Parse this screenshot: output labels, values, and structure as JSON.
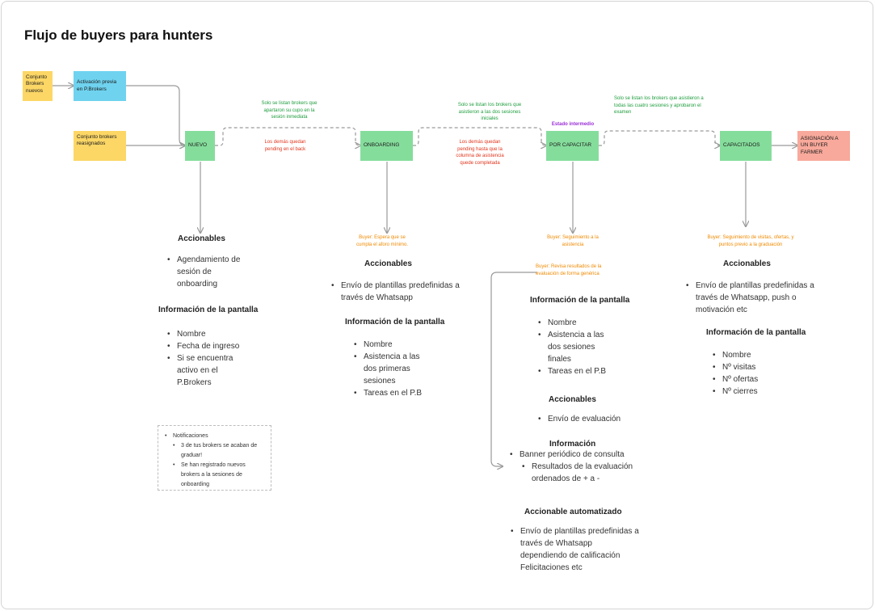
{
  "title": "Flujo de buyers para hunters",
  "nodes": {
    "conjunto_nuevos": "Conjunto Brokers nuevos",
    "activacion_previa": "Activación previa en P.Brokers",
    "conjunto_reasignados": "Conjunto brokers reasignados",
    "nuevo": "NUEVO",
    "onboarding": "ONBOARDING",
    "por_capacitar": "POR CAPACITAR",
    "capacitados": "CAPACITADOS",
    "asignacion": "ASIGNACIÓN A UN BUYER FARMER"
  },
  "notes": {
    "g1": "Solo se listan brokers que apartaron su cupo en la sesión inmediata",
    "r1": "Los demás quedan pending en el back",
    "g2": "Solo se listan los brokers que asistieron a las dos sesiones iniciales",
    "r2": "Los demás quedan pending hasta que la columna de asistencia quede completada",
    "p1": "Estado intermedio",
    "g3": "Solo se listan los brokers que asistieron a todas las cuatro sesiones y aprobaron el examen",
    "o1": "Buyer: Espera que se cumpla el aforo mínimo.",
    "o2": "Buyer: Seguimiento a la asistencia",
    "o3": "Buyer: Revisa resultados de la evaluación de forma genérica",
    "o4": "Buyer: Seguimiento de visitas, ofertas, y puntos previo a la graduación"
  },
  "nuevo_col": {
    "accionables_h": "Accionables",
    "accionables": [
      "Agendamiento de sesión de onboarding"
    ],
    "info_h": "Información de la pantalla",
    "info": [
      "Nombre",
      "Fecha de ingreso",
      "Si se encuentra activo en el P.Brokers"
    ],
    "notif": {
      "title": "Notificaciones",
      "items": [
        "3 de tus brokers se acaban de graduar!",
        "Se han registrado nuevos brokers a la sesiones de onboarding"
      ]
    }
  },
  "onboarding_col": {
    "accionables_h": "Accionables",
    "accionables": [
      "Envío de plantillas predefinidas a través de Whatsapp"
    ],
    "info_h": "Información de la pantalla",
    "info": [
      "Nombre",
      "Asistencia a las dos primeras sesiones",
      "Tareas en el P.B"
    ]
  },
  "capacitar_col": {
    "info_h": "Información de la pantalla",
    "info": [
      "Nombre",
      "Asistencia a las dos sesiones finales",
      "Tareas en el P.B"
    ],
    "accionables_h": "Accionables",
    "accionables": [
      "Envío de evaluación"
    ],
    "informacion_h": "Información",
    "informacion": [
      "Banner periódico de consulta"
    ],
    "informacion_sub": [
      "Resultados de la evaluación ordenados de + a -"
    ],
    "auto_h": "Accionable automatizado",
    "auto": [
      "Envío de plantillas predefinidas a través de Whatsapp dependiendo de calificación Felicitaciones etc"
    ]
  },
  "capacitados_col": {
    "accionables_h": "Accionables",
    "accionables": [
      "Envío de plantillas predefinidas a través de Whatsapp, push o motivación etc"
    ],
    "info_h": "Información de la pantalla",
    "info": [
      "Nombre",
      "Nº visitas",
      "Nº ofertas",
      "Nº cierres"
    ]
  },
  "colors": {
    "yellow": "#fcd766",
    "blue": "#6fd3ef",
    "green": "#85dd9c",
    "red": "#f8a99b",
    "note_green": "#1f9d3d",
    "note_red": "#e0341c",
    "note_orange": "#f08a00",
    "note_purple": "#9a2fd6"
  }
}
